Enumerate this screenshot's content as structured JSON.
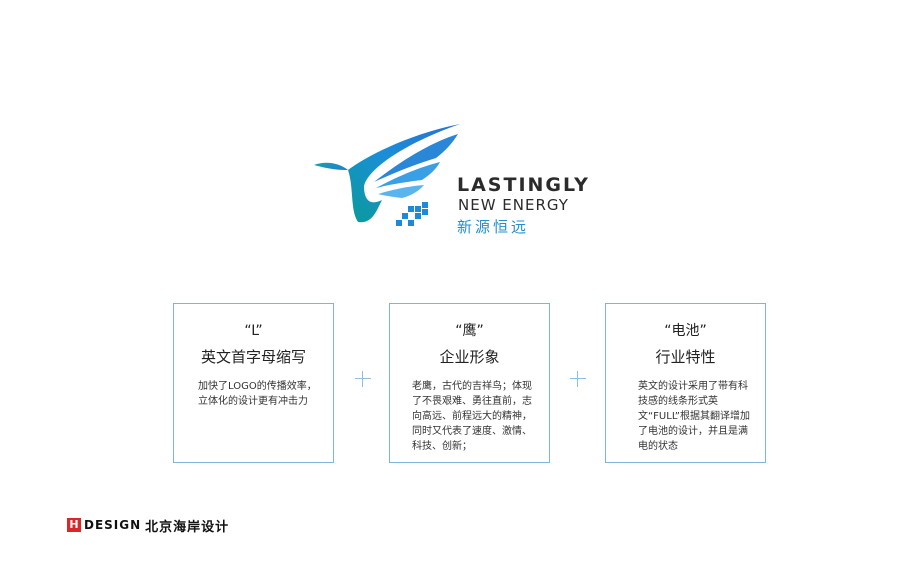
{
  "logo": {
    "wordmark_line1": "LASTINGLY",
    "wordmark_line2": "NEW ENERGY",
    "wordmark_cn": "新源恒远",
    "brand_blue": "#1f8fd6"
  },
  "cards": [
    {
      "title": "“L”",
      "subtitle": "英文首字母缩写",
      "description": "加快了LOGO的传播效率，立体化的设计更有冲击力"
    },
    {
      "title": "“鹰”",
      "subtitle": "企业形象",
      "description": "老鹰，古代的吉祥鸟；体现了不畏艰难、勇往直前，志向高远、前程远大的精神，同时又代表了速度、激情、科技、创新；"
    },
    {
      "title": "“电池”",
      "subtitle": "行业特性",
      "description": "英文的设计采用了带有科技感的线条形式英文“FULL”根据其翻译增加了电池的设计，并且是满电的状态"
    }
  ],
  "footer": {
    "h_letter": "H",
    "design_text": "DESIGN",
    "company_cn": "北京海岸设计",
    "accent_red": "#d8282c"
  }
}
